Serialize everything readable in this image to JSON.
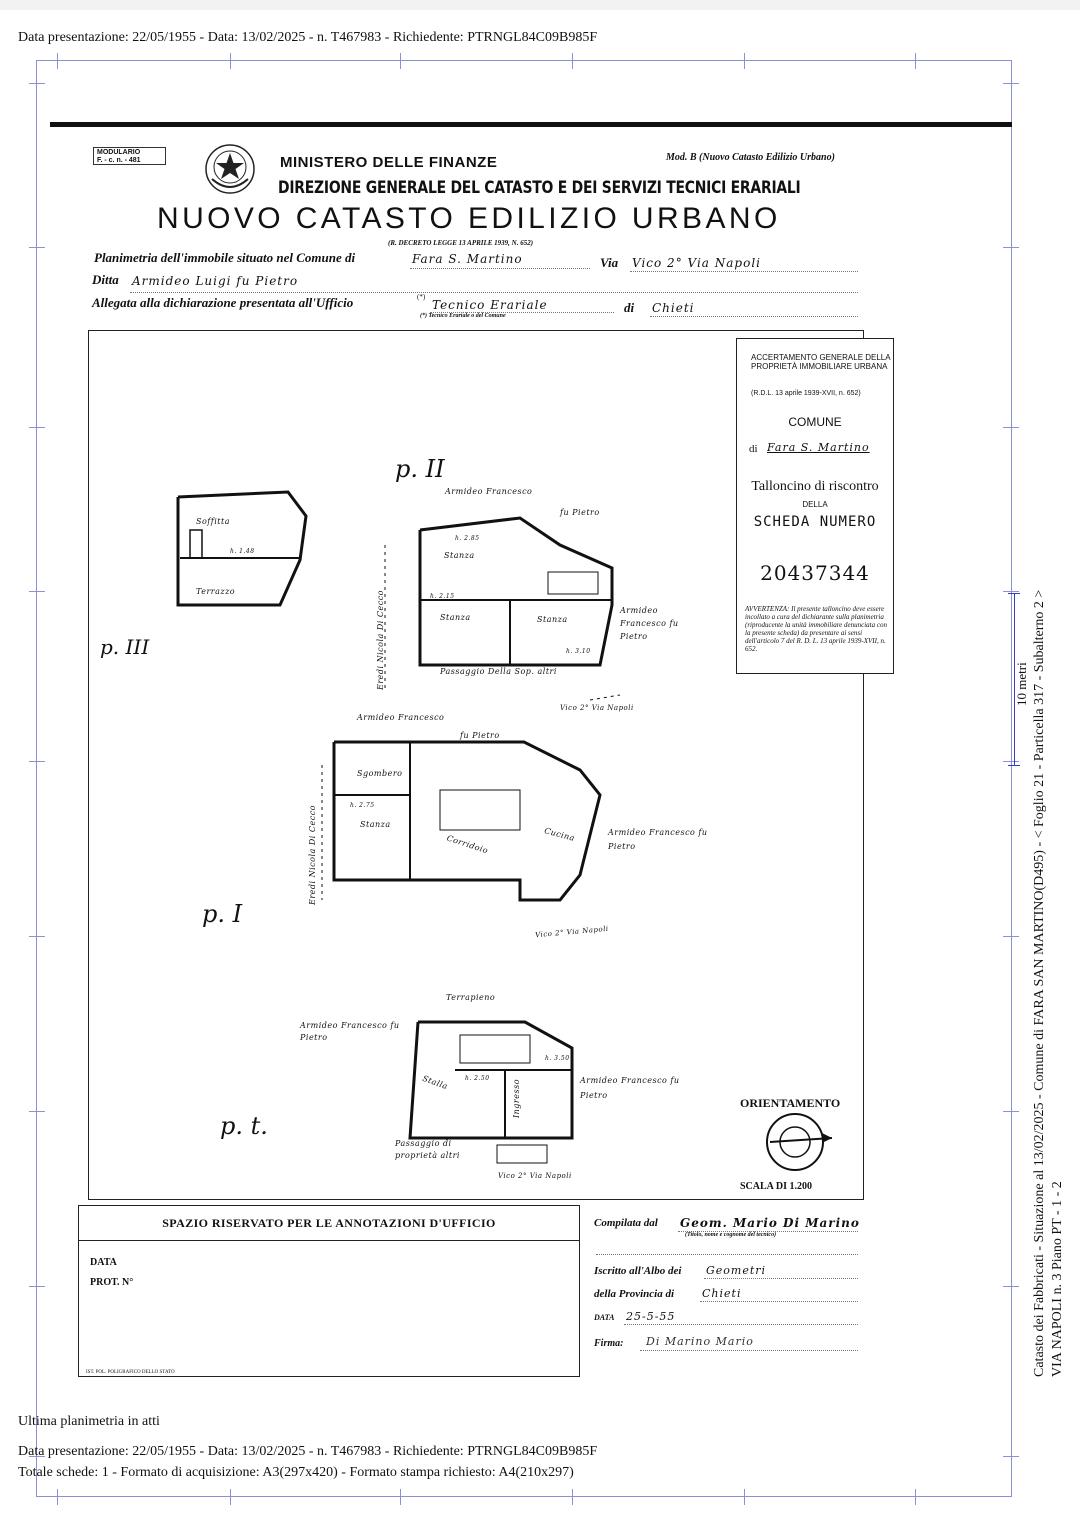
{
  "header": {
    "top_line": "Data presentazione: 22/05/1955 - Data: 13/02/2025 - n. T467983 - Richiedente: PTRNGL84C09B985F"
  },
  "form": {
    "modulario": "MODULARIO\nF. - c. n. - 481",
    "ministry": "MINISTERO DELLE FINANZE",
    "mod_b": "Mod. B (Nuovo Catasto Edilizio Urbano)",
    "direzione": "DIREZIONE GENERALE DEL CATASTO E DEI SERVIZI TECNICI ERARIALI",
    "title": "NUOVO CATASTO EDILIZIO URBANO",
    "decreto": "(R. DECRETO LEGGE 13 APRILE 1939, N. 652)",
    "planimetria_label": "Planimetria dell'immobile situato nel Comune di",
    "comune_value": "Fara S. Martino",
    "via_label": "Via",
    "via_value": "Vico 2° Via Napoli",
    "ditta_label": "Ditta",
    "ditta_value": "Armideo Luigi fu Pietro",
    "allegata_label": "Allegata alla dichiarazione presentata all'Ufficio",
    "ufficio_value": "Tecnico Erariale",
    "ufficio_note": "(*) Tecnico Erariale o del Comune",
    "di_label": "di",
    "di_value": "Chieti"
  },
  "sidebox": {
    "accertamento": "ACCERTAMENTO GENERALE DELLA PROPRIETÀ IMMOBILIARE URBANA",
    "rdl": "(R.D.L. 13 aprile 1939-XVII, n. 652)",
    "comune_label": "COMUNE",
    "di_label": "di",
    "comune_value": "Fara S. Martino",
    "talloncino": "Talloncino di riscontro",
    "della": "DELLA",
    "scheda": "SCHEDA NUMERO",
    "numero": "20437344",
    "avvertenza": "AVVERTENZA: Il presente talloncino deve essere incollato a cura del dichiarante sulla planimetria (riproducente la unità immobiliare denunciata con la presente scheda) da presentare ai sensi dell'articolo 7 del R. D. L. 13 aprile 1939-XVII, n. 652."
  },
  "plan": {
    "level_p2": "p. II",
    "level_p3": "p. III",
    "level_p1": "p. I",
    "level_pt": "p. t.",
    "labels": {
      "soffitta": "Soffitta",
      "h148": "h. 1.48",
      "terrazzo": "Terrazzo",
      "armideo_francesco": "Armideo Francesco",
      "fu_pietro": "fu Pietro",
      "h285": "h. 2.85",
      "stanza": "Stanza",
      "h215": "h. 2.15",
      "h310": "h. 3.10",
      "armideo_fr_fu_pietro": "Armideo Francesco fu Pietro",
      "passaggio": "Passaggio Della Sop. altri",
      "vico_2": "Vico 2° Via Napoli",
      "eredi_di_cecco": "Eredi Nicola Di Cecco",
      "sgombero": "Sgombero",
      "h275": "h. 2.75",
      "corridoio": "Corridoio",
      "cucina": "Cucina",
      "terrapieno": "Terrapieno",
      "stalla": "Stalla",
      "ingresso": "Ingresso",
      "h250": "h. 2.50",
      "h350": "h. 3.50",
      "passaggio_comune": "Passaggio di proprietà altri"
    },
    "orientamento": "ORIENTAMENTO",
    "scala": "SCALA DI 1.200"
  },
  "annotations": {
    "heading": "SPAZIO RISERVATO PER LE ANNOTAZIONI D'UFFICIO",
    "data_label": "DATA",
    "prot_label": "PROT. N°",
    "printer": "IST. POL. POLIGRAFICO DELLO STATO"
  },
  "compiler": {
    "compilata_label": "Compilata dal",
    "compilata_value": "Geom. Mario Di Marino",
    "compilata_note": "(Titolo, nome e cognome del tecnico)",
    "iscritto_label": "Iscritto all'Albo dei",
    "iscritto_value": "Geometri",
    "provincia_label": "della Provincia di",
    "provincia_value": "Chieti",
    "data_label": "DATA",
    "data_value": "25-5-55",
    "firma_label": "Firma:",
    "firma_value": "Di Marino Mario"
  },
  "side_text": {
    "line1": "Catasto dei Fabbricati - Situazione al 13/02/2025 - Comune di FARA SAN MARTINO(D495) - < Foglio 21 - Particella 317 - Subalterno 2 >",
    "line2": "VIA NAPOLI n. 3 Piano PT - 1 - 2",
    "scale_mark": "10 metri"
  },
  "footer": {
    "last": "Ultima planimetria in atti",
    "line1": "Data presentazione: 22/05/1955 - Data: 13/02/2025 - n. T467983 - Richiedente: PTRNGL84C09B985F",
    "line2": "Totale schede: 1 - Formato di acquisizione: A3(297x420)  - Formato stampa richiesto: A4(210x297)"
  }
}
